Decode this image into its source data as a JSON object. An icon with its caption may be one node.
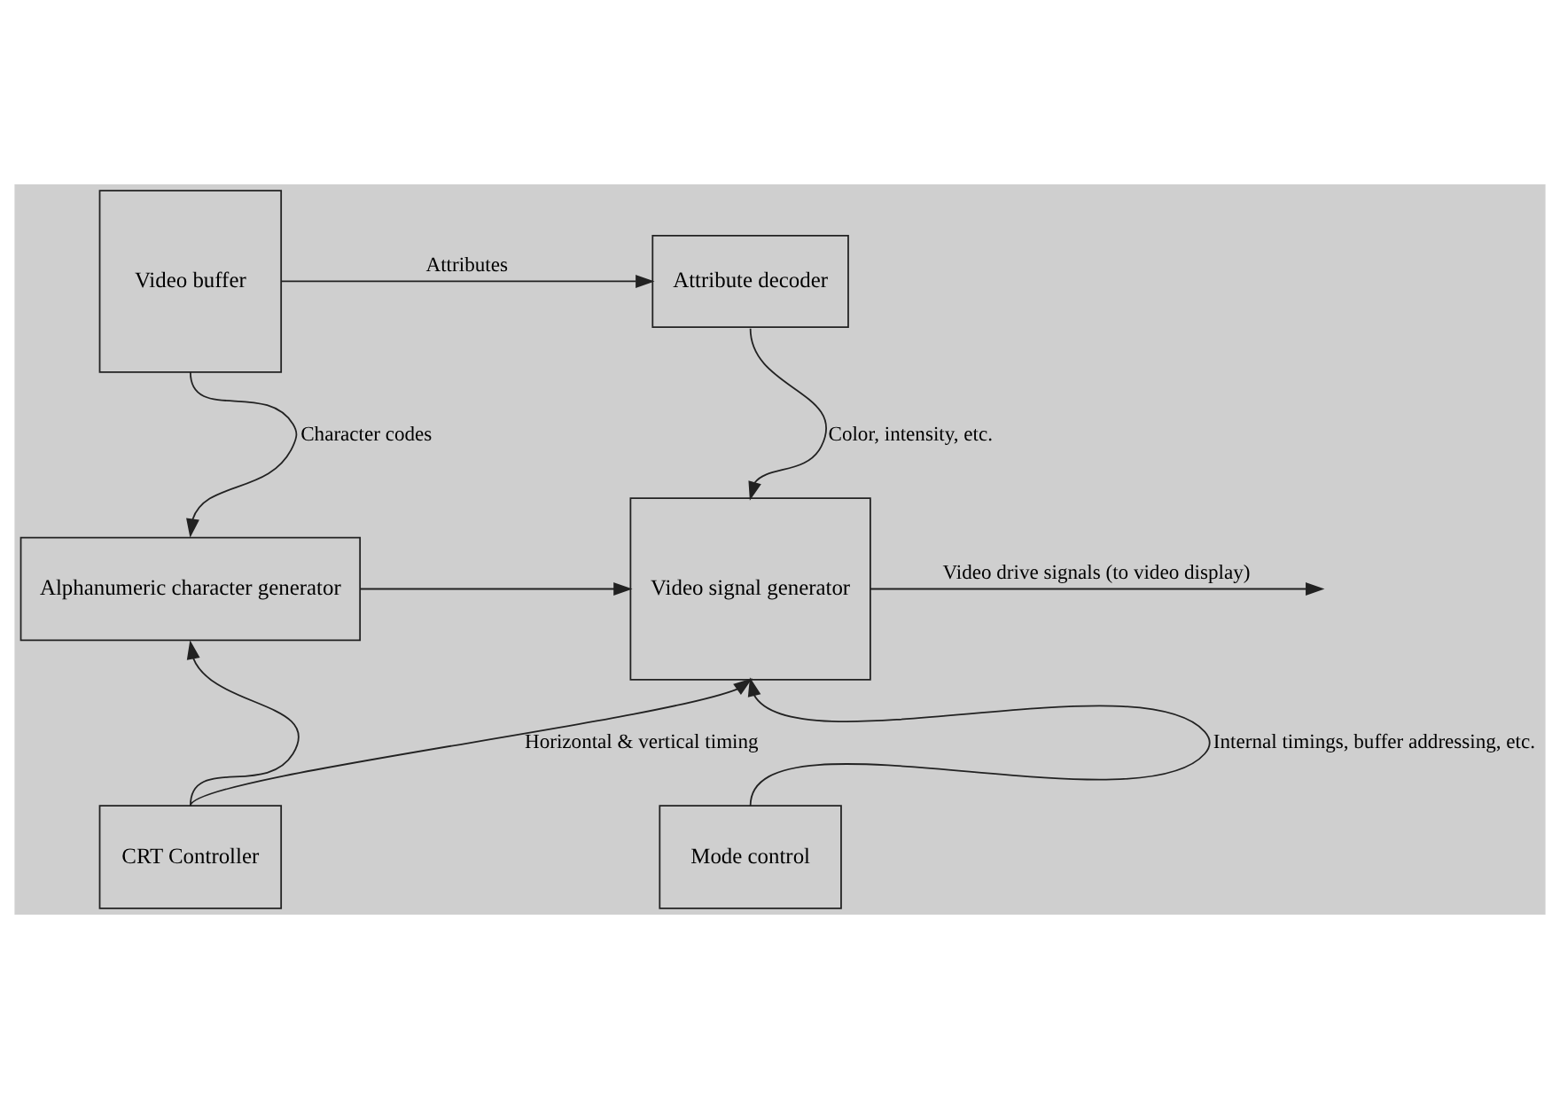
{
  "diagram": {
    "nodes": [
      {
        "text": [
          "Video buffer"
        ]
      },
      {
        "text": [
          "Attribute decoder"
        ]
      },
      {
        "text": [
          "Alphanumeric character generator"
        ]
      },
      {
        "text": [
          "Video signal generator"
        ]
      },
      {
        "text": [
          "CRT Controller"
        ]
      },
      {
        "text": [
          "Mode control"
        ]
      }
    ],
    "edges": [
      {
        "from": 0,
        "to": 1,
        "arrow": "to",
        "label": "Attributes"
      },
      {
        "from": 1,
        "to": 3,
        "arrow": "to",
        "label": "Color, intensity, etc."
      },
      {
        "from": 0,
        "to": 2,
        "arrow": "to",
        "label": "Character codes"
      },
      {
        "from": 2,
        "to": 3,
        "arrow": "to"
      },
      {
        "from": 4,
        "to": 2,
        "arrow": "to"
      },
      {
        "from": 4,
        "to": 3,
        "arrow": "to",
        "label": "Horizontal & vertical timing"
      },
      {
        "from": 5,
        "to": 3,
        "arrow": "to",
        "label": "Internal timings, buffer addressing, etc."
      },
      {
        "from": 3,
        "to": null,
        "arrow": "to",
        "label": "Video drive signals (to video display)"
      }
    ]
  }
}
